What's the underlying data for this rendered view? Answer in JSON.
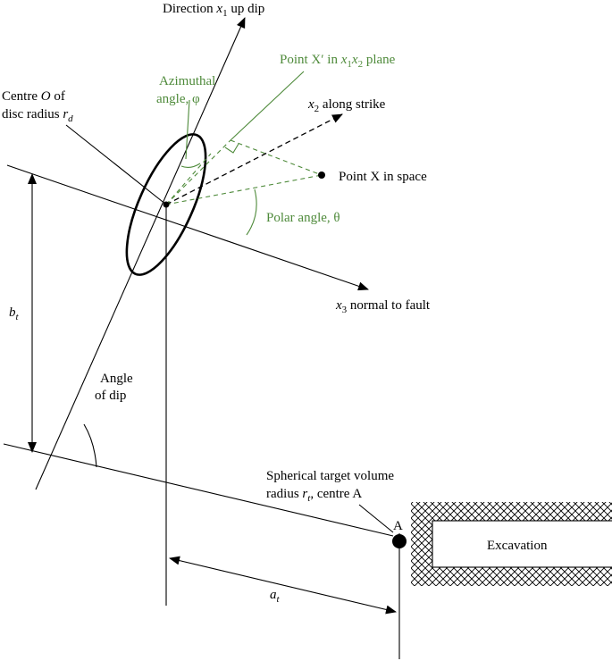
{
  "labels": {
    "x1_direction": "Direction",
    "x1_var": "x",
    "x1_sub": "1",
    "x1_rest": " up dip",
    "point_xprime_pre": "Point X′ in ",
    "point_xprime_x1": "x",
    "point_xprime_sub1": "1",
    "point_xprime_x2": "x",
    "point_xprime_sub2": "2",
    "point_xprime_post": " plane",
    "azimuthal_line1": "Azimuthal",
    "azimuthal_line2": "angle, φ",
    "centre_line1_pre": "Centre ",
    "centre_line1_O": "O",
    "centre_line1_post": " of",
    "centre_line2_pre": "disc radius ",
    "centre_line2_r": "r",
    "centre_line2_sub": "d",
    "x2_var": "x",
    "x2_sub": "2",
    "x2_rest": " along strike",
    "point_x": "Point X in space",
    "polar_angle": "Polar angle, θ",
    "x3_var": "x",
    "x3_sub": "3",
    "x3_rest": " normal to fault",
    "bt_var": "b",
    "bt_sub": "t",
    "angle_of_dip_line1": "Angle",
    "angle_of_dip_line2": "of dip",
    "target_line1": "Spherical target volume",
    "target_line2_pre": "radius ",
    "target_line2_r": "r",
    "target_line2_sub": "t",
    "target_line2_post": ", centre A",
    "point_a": "A",
    "excavation": "Excavation",
    "at_var": "a",
    "at_sub": "t"
  },
  "colors": {
    "annotation_green": "#4e8a3a",
    "line_black": "#000000",
    "background": "#ffffff"
  }
}
